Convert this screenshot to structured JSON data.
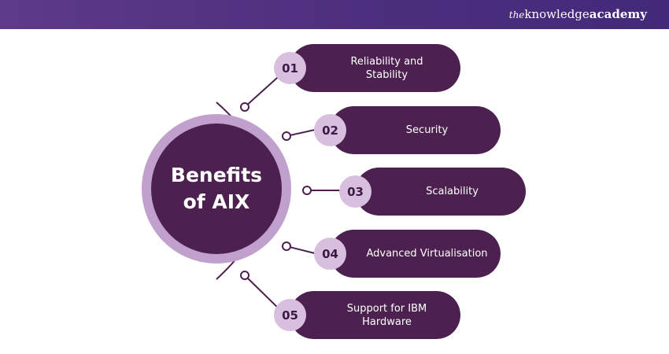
{
  "brand": {
    "the": "the",
    "knowledge": "knowledge",
    "academy": "academy"
  },
  "hub": {
    "line1": "Benefits",
    "line2": "of AIX"
  },
  "benefits": [
    {
      "number": "01",
      "line1": "Reliability and",
      "line2": "Stability"
    },
    {
      "number": "02",
      "line1": "Security",
      "line2": ""
    },
    {
      "number": "03",
      "line1": "Scalability",
      "line2": ""
    },
    {
      "number": "04",
      "line1": "Advanced Virtualisation",
      "line2": ""
    },
    {
      "number": "05",
      "line1": "Support for IBM",
      "line2": "Hardware"
    }
  ],
  "colors": {
    "header": "#4e2f80",
    "pill": "#4c2150",
    "hub_ring": "#c2a0cd",
    "badge": "#d8bfe0"
  }
}
